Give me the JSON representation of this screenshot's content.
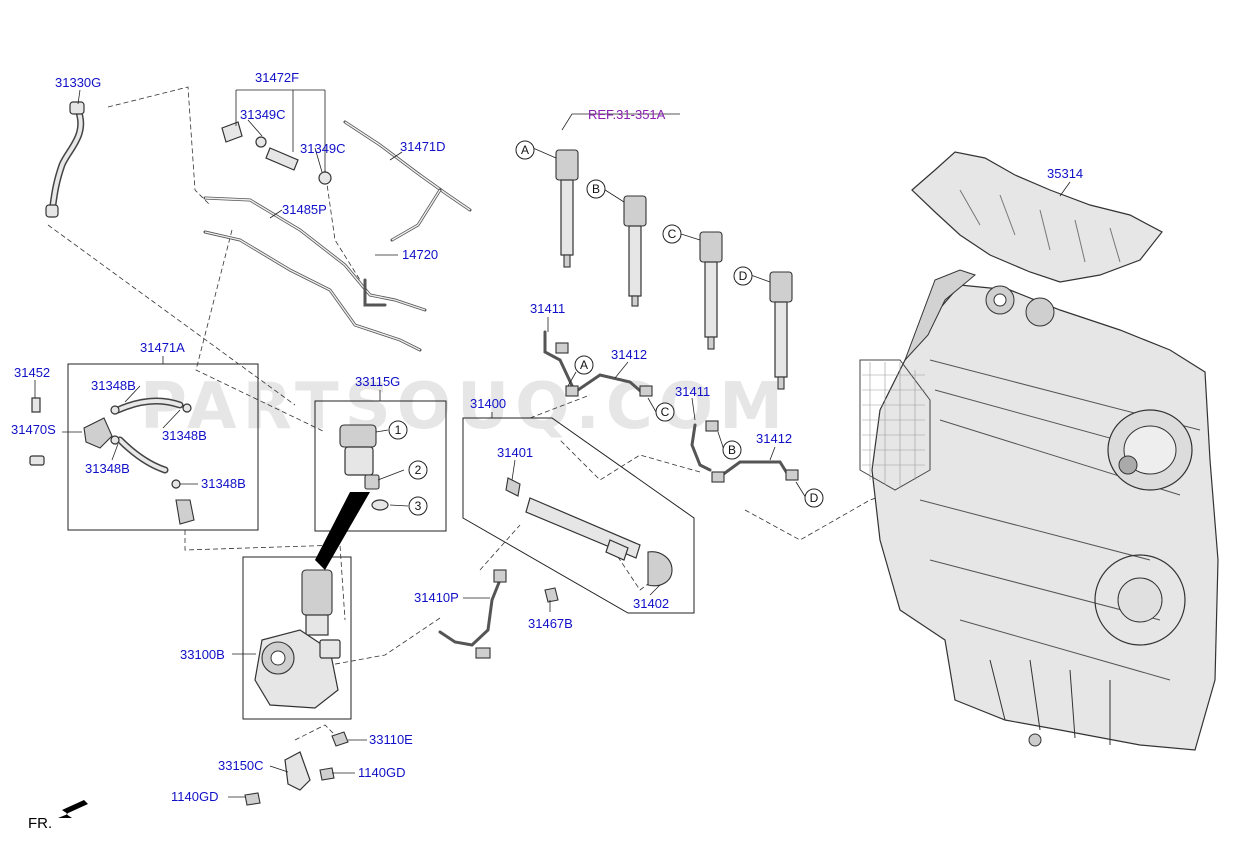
{
  "watermark": "PARTSOUQ.COM",
  "orientation_label": "FR.",
  "reference_label": "REF.31-351A",
  "part_labels": {
    "p31330G": "31330G",
    "p31472F": "31472F",
    "p31349C_a": "31349C",
    "p31349C_b": "31349C",
    "p31471D": "31471D",
    "p31485P": "31485P",
    "p14720": "14720",
    "p35314": "35314",
    "p31411_a": "31411",
    "p31411_b": "31411",
    "p31412_a": "31412",
    "p31412_b": "31412",
    "p31471A": "31471A",
    "p31452": "31452",
    "p31348B_a": "31348B",
    "p31348B_b": "31348B",
    "p31348B_c": "31348B",
    "p31348B_d": "31348B",
    "p31470S": "31470S",
    "p33115G": "33115G",
    "p31400": "31400",
    "p31401": "31401",
    "p31402": "31402",
    "p31410P": "31410P",
    "p31467B": "31467B",
    "p33100B": "33100B",
    "p33110E": "33110E",
    "p33150C": "33150C",
    "p1140GD_a": "1140GD",
    "p1140GD_b": "1140GD"
  },
  "callout_letters": {
    "injector_a": "A",
    "injector_b": "B",
    "injector_c": "C",
    "injector_d": "D",
    "pipe_a": "A",
    "pipe_b": "B",
    "pipe_c": "C",
    "pipe_d": "D"
  },
  "sub_callouts": {
    "n1": "1",
    "n2": "2",
    "n3": "3"
  },
  "colors": {
    "part_label": "#1010c8",
    "reference_label": "#8a1fb0",
    "line": "#222222",
    "part_fill": "#e6e6e6"
  }
}
